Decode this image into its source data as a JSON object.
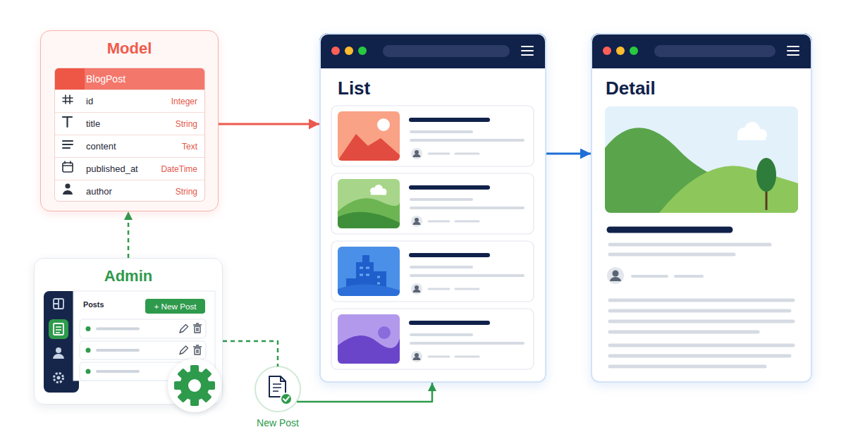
{
  "diagram": {
    "nodes": [
      {
        "text": [
          "Model"
        ]
      },
      {
        "text": [
          "BlogPost"
        ],
        "in": 0
      },
      {
        "text": [
          "id",
          "Integer"
        ],
        "in": 1
      },
      {
        "text": [
          "title",
          "String"
        ],
        "in": 1
      },
      {
        "text": [
          "content",
          "Text"
        ],
        "in": 1
      },
      {
        "text": [
          "published_at",
          "DateTime"
        ],
        "in": 1
      },
      {
        "text": [
          "author",
          "String"
        ],
        "in": 1
      },
      {
        "text": [
          "List"
        ]
      },
      {
        "text": [
          "Detail"
        ]
      },
      {
        "text": [
          "Admin"
        ]
      },
      {
        "text": [
          "Posts"
        ],
        "in": 9
      },
      {
        "text": [
          "+ New Post"
        ],
        "in": 10
      },
      {
        "text": [
          "New Post"
        ]
      }
    ],
    "edges": [
      {
        "from": 0,
        "to": 7,
        "arrow": "to"
      },
      {
        "from": 7,
        "to": 8,
        "arrow": "to"
      },
      {
        "from": 9,
        "to": 0,
        "arrow": "to"
      },
      {
        "from": 9,
        "to": 12,
        "arrow": "none"
      },
      {
        "from": 12,
        "to": 7,
        "arrow": "to"
      }
    ]
  }
}
